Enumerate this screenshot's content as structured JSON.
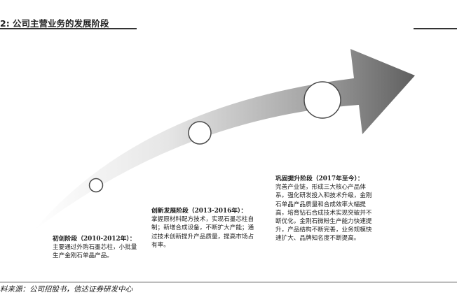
{
  "figure": {
    "title": "2:  公司主营业务的发展阶段",
    "source": "料来源：公司招股书，信达证券研发中心"
  },
  "stages": [
    {
      "heading": "初创阶段（2010-2012年）：",
      "description": "主要通过外购石墨芯柱，小批量生产金刚石单晶产品。"
    },
    {
      "heading": "创新发展阶段（2013-2016年）：",
      "description": "掌握原材料配方技术，实现石墨芯柱自制；新增合成设备，不断扩大产能；通过技术创新提升产品质量，提高市场占有率。"
    },
    {
      "heading": "巩固提升阶段（2017年至今）：",
      "description": "完善产业链，形成三大核心产品体系。强化研发投入和技术升级，金刚石单晶产品质量和合成效率大幅提高，培育钻石合成技术实现突破并不断优化，金刚石微粉生产能力快速提升，产品结构不断完善，业务规模快速扩大、品牌知名度不断提高。"
    }
  ],
  "colors": {
    "arrow_light": "#ffffff",
    "arrow_dark": "#5f5f5f",
    "circle_stroke": "#4a4a4a",
    "circle_fill": "#ffffff"
  }
}
